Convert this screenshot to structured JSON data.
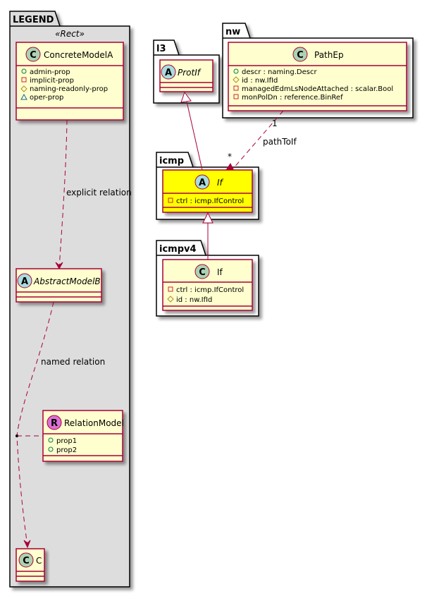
{
  "colors": {
    "class_fill": "#FEFECE",
    "class_border": "#A80036",
    "highlight_fill": "#FFFF00",
    "legend_fill": "#DDDDDD",
    "spot_class": "#ADD1B2",
    "spot_abstract": "#A9DCDF",
    "spot_relation": "#DA70D6",
    "vis_public": "#038048",
    "vis_private": "#C82930",
    "vis_protected": "#B38D22",
    "vis_package": "#1963A0",
    "edge": "#A80036"
  },
  "legend": {
    "package_name": "LEGEND",
    "stereotype": "«Rect»",
    "concrete": {
      "spot": "C",
      "name": "ConcreteModelA",
      "attributes": [
        {
          "vis": "public",
          "text": "admin-prop"
        },
        {
          "vis": "private",
          "text": "implicit-prop"
        },
        {
          "vis": "protected",
          "text": "naming-readonly-prop"
        },
        {
          "vis": "package",
          "text": "oper-prop"
        }
      ]
    },
    "abstract": {
      "spot": "A",
      "name": "AbstractModelB"
    },
    "relation_model": {
      "spot": "R",
      "name": "RelationModel",
      "attributes": [
        {
          "vis": "public",
          "text": "prop1"
        },
        {
          "vis": "public",
          "text": "prop2"
        }
      ]
    },
    "c_class": {
      "spot": "C",
      "name": "C"
    },
    "explicit_relation_label": "explicit relation",
    "named_relation_label": "named relation"
  },
  "packages": {
    "l3": {
      "name": "l3",
      "class": {
        "spot": "A",
        "name": "ProtIf"
      }
    },
    "nw": {
      "name": "nw",
      "class": {
        "spot": "C",
        "name": "PathEp",
        "attributes": [
          {
            "vis": "public",
            "text": "descr : naming.Descr"
          },
          {
            "vis": "protected",
            "text": "id : nw.IfId"
          },
          {
            "vis": "private",
            "text": "managedEdmLsNodeAttached : scalar.Bool"
          },
          {
            "vis": "private",
            "text": "monPolDn : reference.BinRef"
          }
        ]
      }
    },
    "icmp": {
      "name": "icmp",
      "class": {
        "spot": "A",
        "name": "If",
        "attributes": [
          {
            "vis": "private",
            "text": "ctrl : icmp.IfControl"
          }
        ]
      }
    },
    "icmpv4": {
      "name": "icmpv4",
      "class": {
        "spot": "C",
        "name": "If",
        "attributes": [
          {
            "vis": "private",
            "text": "ctrl : icmp.IfControl"
          },
          {
            "vis": "protected",
            "text": "id : nw.IfId"
          }
        ]
      }
    }
  },
  "relations": {
    "path_to_if": {
      "label": "pathToIf",
      "source_mult": "1",
      "target_mult": "*"
    }
  }
}
